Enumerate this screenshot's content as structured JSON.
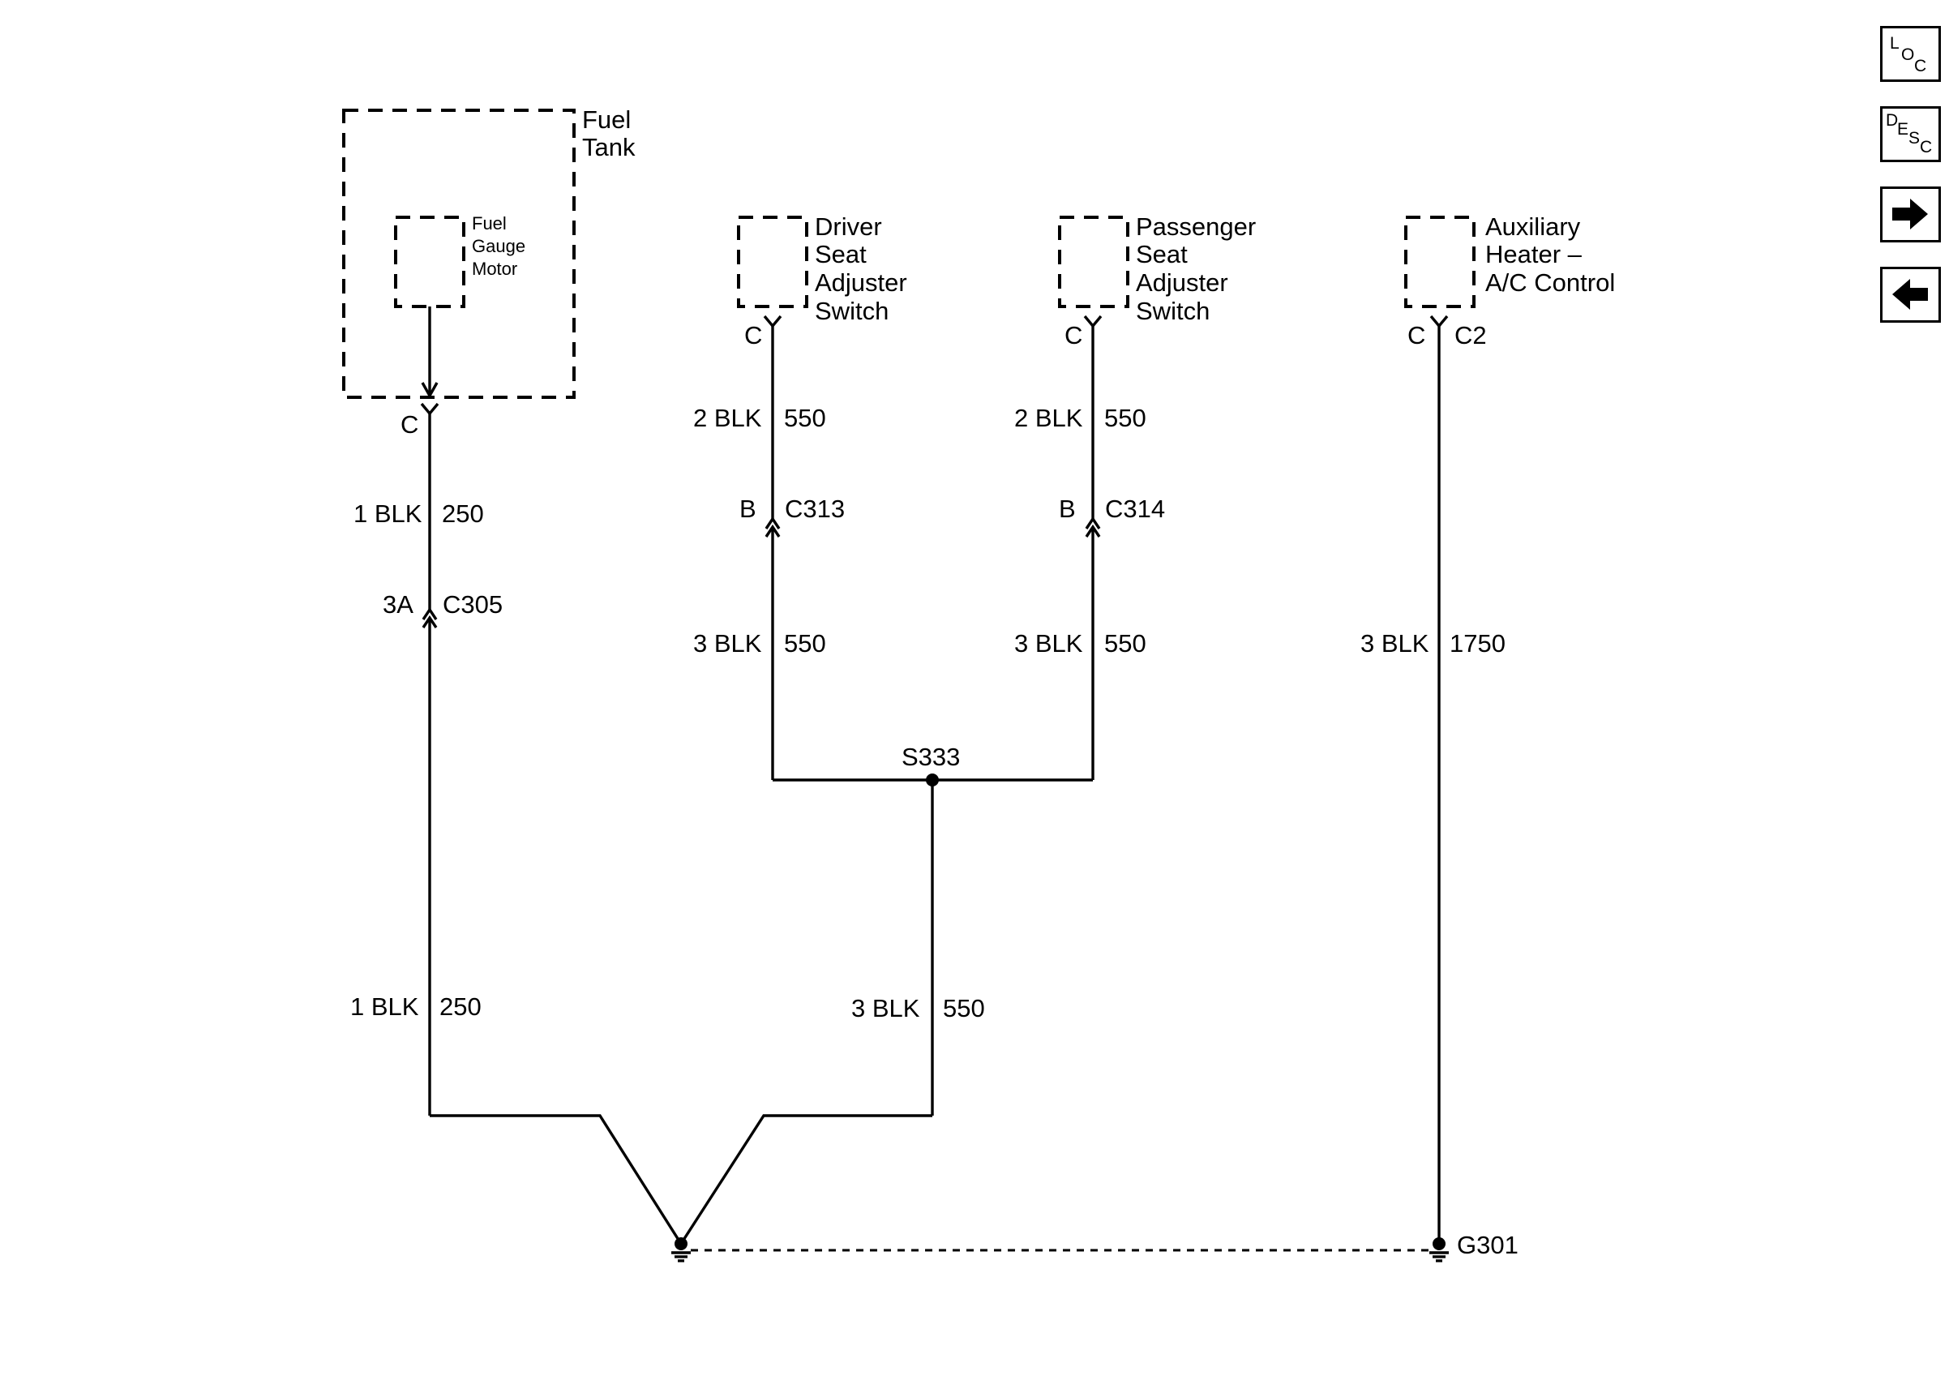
{
  "components": {
    "fuel_tank": [
      "Fuel",
      "Tank"
    ],
    "fuel_gauge_motor": [
      "Fuel",
      "Gauge",
      "Motor"
    ],
    "driver_seat": [
      "Driver",
      "Seat",
      "Adjuster",
      "Switch"
    ],
    "passenger_seat": [
      "Passenger",
      "Seat",
      "Adjuster",
      "Switch"
    ],
    "aux_heater": [
      "Auxiliary",
      "Heater –",
      "A/C Control"
    ]
  },
  "pins": {
    "fuel_motor": "C",
    "driver_seat": "C",
    "passenger_seat": "C",
    "aux_heater_pin": "C",
    "aux_heater_conn": "C2"
  },
  "wires": {
    "fuel_top_gauge": "1 BLK",
    "fuel_top_circuit": "250",
    "fuel_bottom_gauge": "1 BLK",
    "fuel_bottom_circuit": "250",
    "driver_top_gauge": "2 BLK",
    "driver_top_circuit": "550",
    "driver_bottom_gauge": "3 BLK",
    "driver_bottom_circuit": "550",
    "pass_top_gauge": "2 BLK",
    "pass_top_circuit": "550",
    "pass_bottom_gauge": "3 BLK",
    "pass_bottom_circuit": "550",
    "splice_gauge": "3 BLK",
    "splice_circuit": "550",
    "aux_gauge": "3 BLK",
    "aux_circuit": "1750"
  },
  "connectors": {
    "c305_pin": "3A",
    "c305": "C305",
    "c313_pin": "B",
    "c313": "C313",
    "c314_pin": "B",
    "c314": "C314"
  },
  "splice": "S333",
  "ground": "G301",
  "nav": {
    "loc": [
      "L",
      "O",
      "C"
    ],
    "desc": [
      "D",
      "E",
      "S",
      "C"
    ],
    "next_icon": "arrow-right-icon",
    "prev_icon": "arrow-left-icon"
  }
}
